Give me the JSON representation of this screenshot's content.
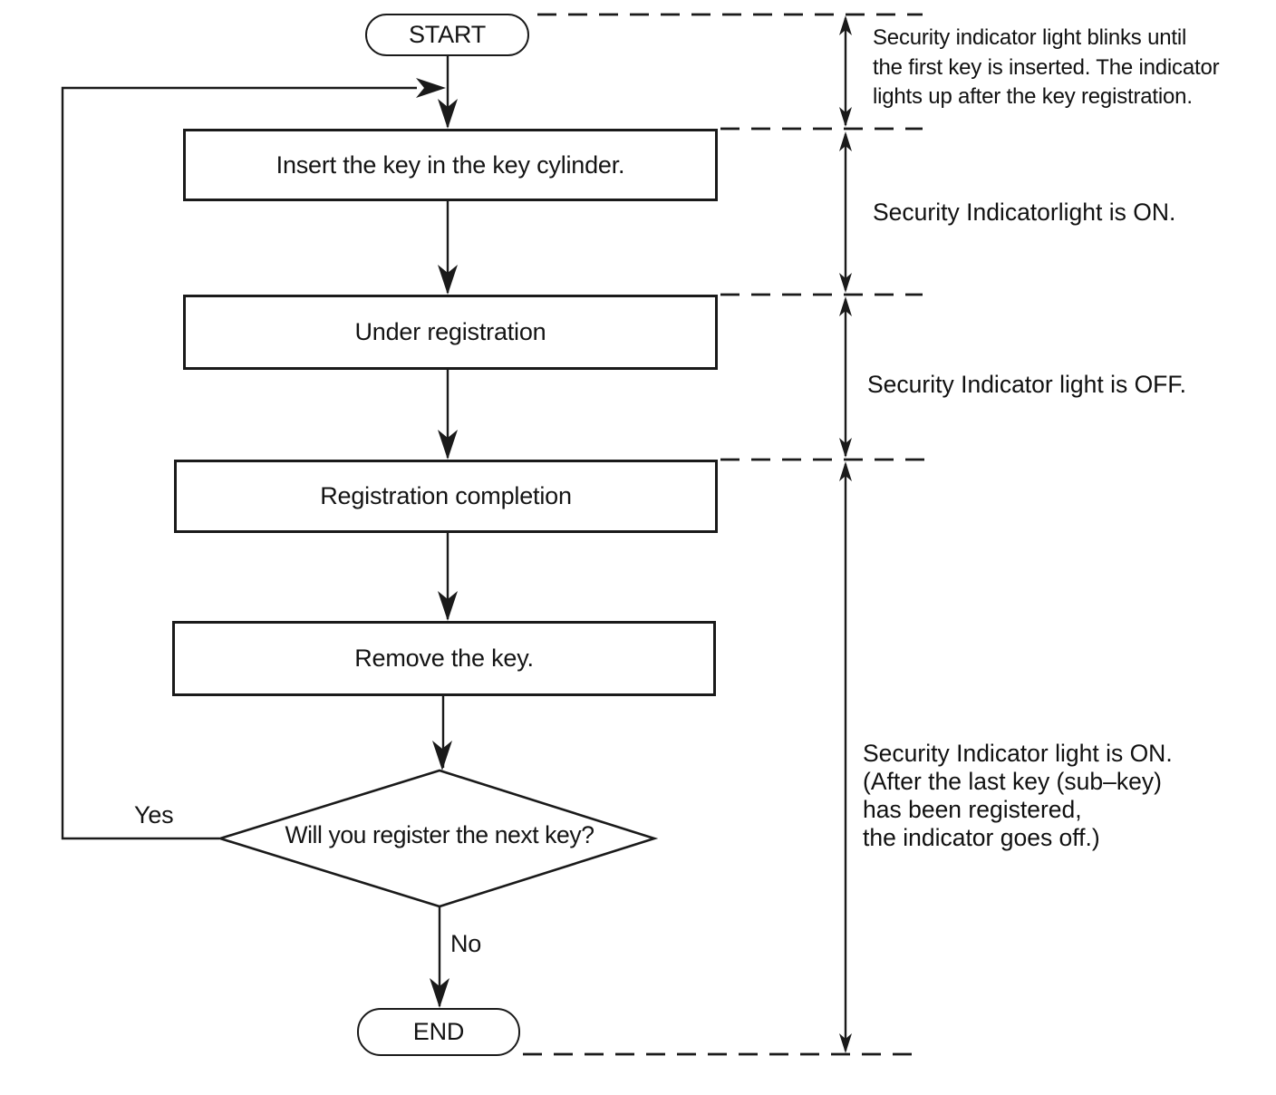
{
  "flowchart": {
    "start_label": "START",
    "steps": [
      "Insert the key in the key cylinder.",
      "Under registration",
      "Registration completion",
      "Remove the key."
    ],
    "decision_label": "Will you register the next key?",
    "yes_label": "Yes",
    "no_label": "No",
    "end_label": "END"
  },
  "annotations": [
    "Security indicator light blinks until\nthe first key is inserted. The indicator\nlights up after the key registration.",
    "Security Indicatorlight is ON.",
    "Security Indicator light is OFF.",
    "Security Indicator light is ON.\n(After the last key (sub–key)\nhas been registered,\nthe indicator goes off.)"
  ],
  "colors": {
    "ink": "#1a1a1a",
    "background": "#ffffff"
  }
}
